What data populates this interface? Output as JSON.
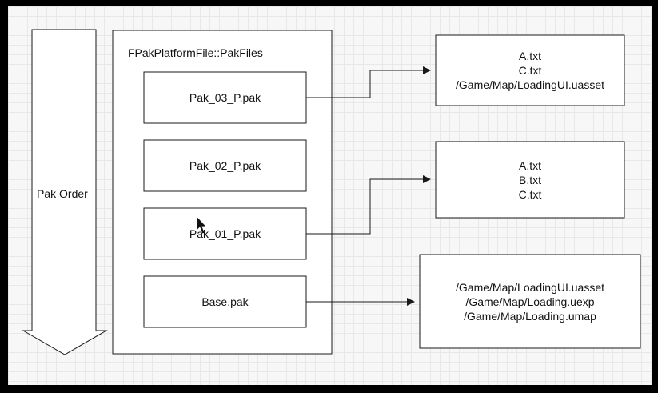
{
  "pak_order_label": "Pak Order",
  "container_title": "FPakPlatformFile::PakFiles",
  "paks": [
    {
      "name": "Pak_03_P.pak",
      "files": [
        "A.txt",
        "C.txt",
        "/Game/Map/LoadingUI.uasset"
      ]
    },
    {
      "name": "Pak_02_P.pak",
      "files": []
    },
    {
      "name": "Pak_01_P.pak",
      "files": [
        "A.txt",
        "B.txt",
        "C.txt"
      ]
    },
    {
      "name": "Base.pak",
      "files": [
        "/Game/Map/LoadingUI.uasset",
        "/Game/Map/Loading.uexp",
        "/Game/Map/Loading.umap"
      ]
    }
  ],
  "colors": {
    "stroke": "#1a1a1a",
    "box_fill": "#ffffff",
    "background": "#f7f7f7",
    "frame": "#000000"
  }
}
